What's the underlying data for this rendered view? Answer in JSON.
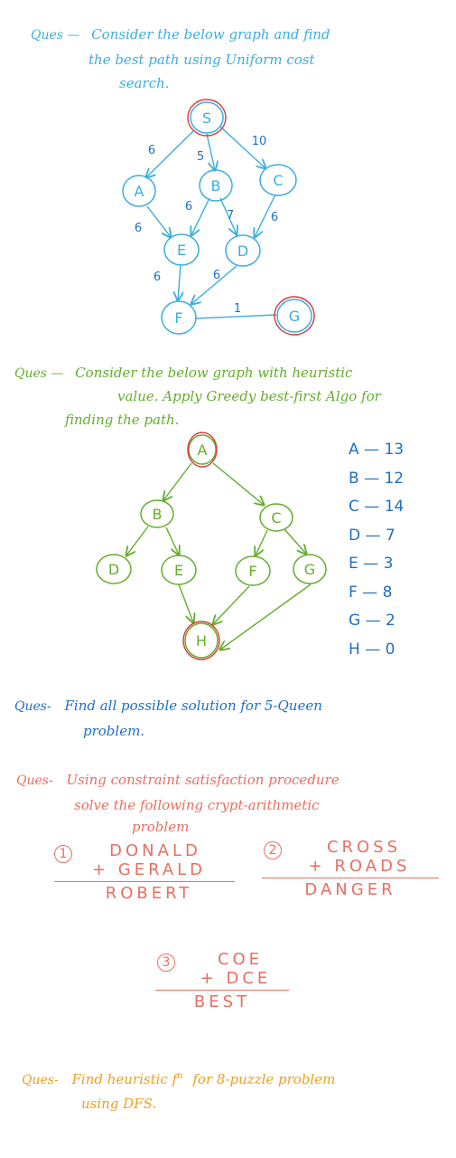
{
  "q1": {
    "label": "Ques —",
    "line1": "Consider the below graph and find",
    "line2": "the best path using Uniform cost",
    "line3": "search."
  },
  "graph1": {
    "nodes": [
      "S",
      "A",
      "B",
      "C",
      "E",
      "D",
      "F",
      "G"
    ],
    "weights": {
      "S_A": "6",
      "S_B": "5",
      "S_C": "10",
      "A_E": "6",
      "B_E": "6",
      "B_D": "7",
      "C_D": "6",
      "E_F": "6",
      "D_F": "6",
      "F_G": "1"
    },
    "start": "S",
    "goal": "G"
  },
  "q2": {
    "label": "Ques —",
    "line1": "Consider the below graph with heuristic",
    "line2": "value. Apply Greedy best-first Algo for",
    "line3": "finding the path."
  },
  "graph2": {
    "nodes": [
      "A",
      "B",
      "C",
      "D",
      "E",
      "F",
      "G",
      "H"
    ],
    "start": "A",
    "goal": "H",
    "heuristics": [
      {
        "node": "A",
        "value": "13"
      },
      {
        "node": "B",
        "value": "12"
      },
      {
        "node": "C",
        "value": "14"
      },
      {
        "node": "D",
        "value": "7"
      },
      {
        "node": "E",
        "value": "3"
      },
      {
        "node": "F",
        "value": "8"
      },
      {
        "node": "G",
        "value": "2"
      },
      {
        "node": "H",
        "value": "0"
      }
    ]
  },
  "q3": {
    "label": "Ques-",
    "line1": "Find all possible solution for 5-Queen",
    "line2": "problem."
  },
  "q4": {
    "label": "Ques-",
    "line1": "Using constraint satisfaction procedure",
    "line2": "solve the following crypt-arithmetic",
    "line3": "problem",
    "puzzles": [
      {
        "num": "1",
        "top": "DONALD",
        "bottom": "+ GERALD",
        "result": "ROBERT"
      },
      {
        "num": "2",
        "top": "CROSS",
        "bottom": "+ ROADS",
        "result": "DANGER"
      },
      {
        "num": "3",
        "top": "COE",
        "bottom": "+ DCE",
        "result": "BEST"
      }
    ]
  },
  "q5": {
    "label": "Ques-",
    "line1": "Find heuristic f",
    "sup": "n",
    "line1b": "for 8-puzzle problem",
    "line2": "using DFS."
  },
  "colors": {
    "q1": "#3aaee0",
    "q2": "#63ad2e",
    "q3": "#1f6fc4",
    "q4": "#e86f60",
    "q5": "#ee9f1c",
    "highlight": "#d93a3a"
  }
}
